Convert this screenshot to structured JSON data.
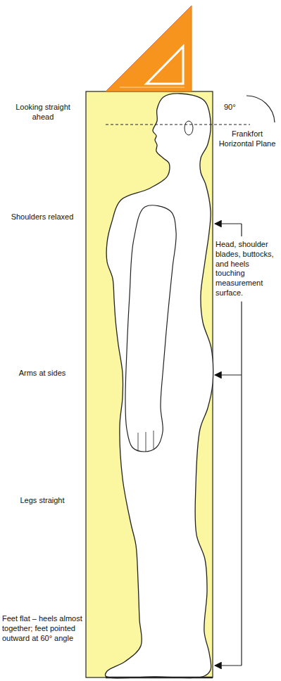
{
  "diagram": {
    "labels": [
      "Looking straight ahead",
      "90°",
      "Frankfort Horizontal Plane",
      "Shoulders relaxed",
      "Head, shoulder blades, buttocks, and heels touching measurement surface.",
      "Arms at sides",
      "Legs straight",
      "Feet flat – heels almost together; feet pointed outward at 60° angle"
    ]
  }
}
